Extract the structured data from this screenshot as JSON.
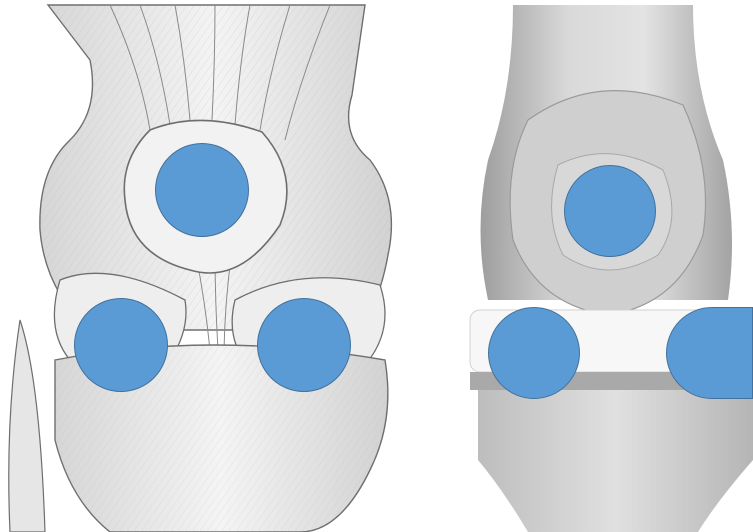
{
  "colors": {
    "marker_fill": "#5B9BD5",
    "marker_stroke": "#41719C",
    "sketch_ink": "#6e6e6e",
    "bone_light": "#ececec",
    "bone_shadow": "#bdbdbd",
    "implant_white": "#f7f7f7",
    "implant_band": "#a9a9a9"
  },
  "panels": [
    {
      "name": "anatomical-knee-sketch",
      "icon": "knee-anatomy-drawing"
    },
    {
      "name": "knee-implant-render",
      "icon": "knee-prosthesis-render"
    }
  ],
  "markers": {
    "count": 6,
    "shape": "circle"
  }
}
